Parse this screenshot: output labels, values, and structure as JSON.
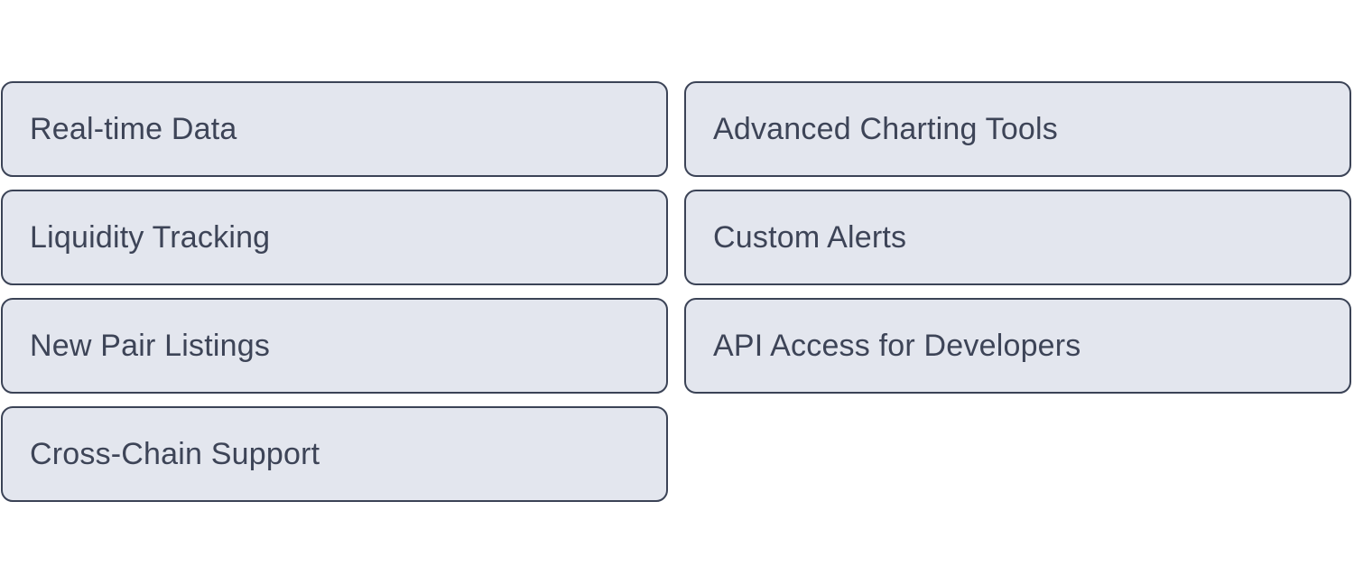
{
  "page": {
    "background_color": "#ffffff"
  },
  "card_style": {
    "fill_color": "#e3e6ee",
    "border_color": "#3b4356",
    "text_color": "#3d4457"
  },
  "features": {
    "left_column": [
      {
        "label": "Real-time Data"
      },
      {
        "label": "Liquidity Tracking"
      },
      {
        "label": "New Pair Listings"
      },
      {
        "label": "Cross-Chain Support"
      }
    ],
    "right_column": [
      {
        "label": "Advanced Charting Tools"
      },
      {
        "label": "Custom Alerts"
      },
      {
        "label": "API Access for Developers"
      }
    ]
  }
}
